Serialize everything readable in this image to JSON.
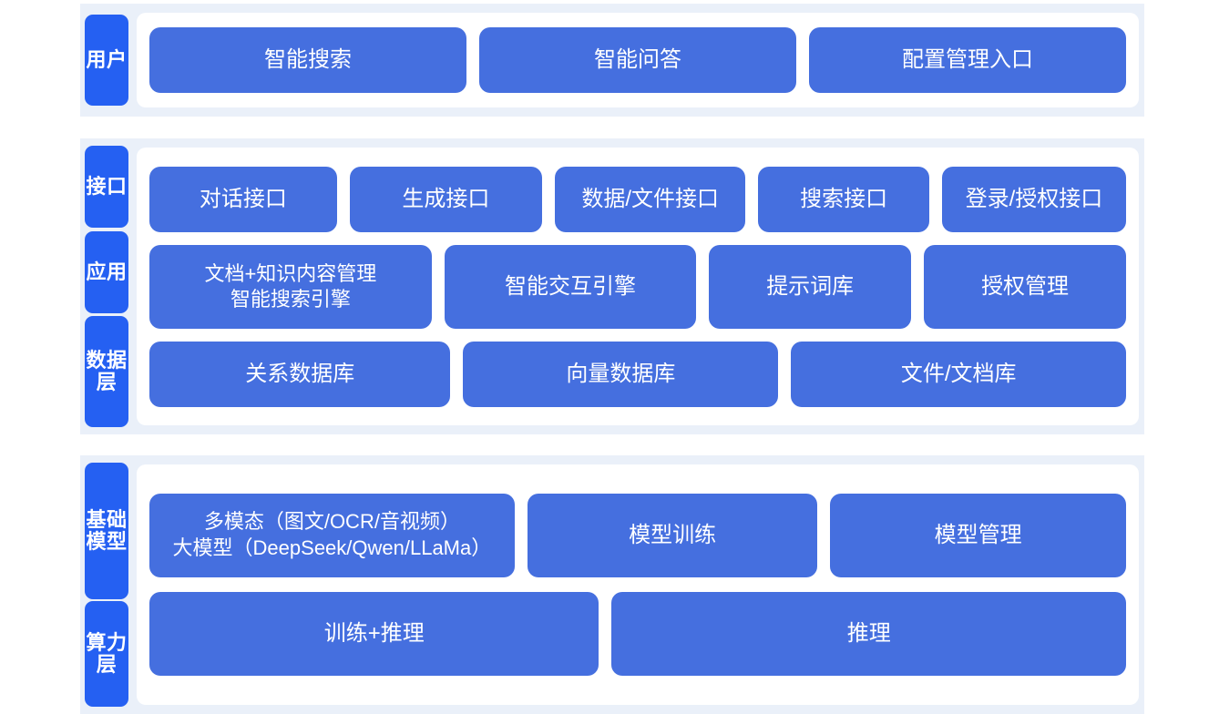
{
  "colors": {
    "page_background": "#ffffff",
    "section_background": "#eaf0f9",
    "card_background": "#ffffff",
    "tag_blue": "#2560f2",
    "box_blue": "#456fdf",
    "text_white": "#ffffff"
  },
  "sections": [
    {
      "id": "user",
      "tags": [
        "用户"
      ],
      "rows": [
        {
          "id": "user-row",
          "boxes": [
            "智能搜索",
            "智能问答",
            "配置管理入口"
          ]
        }
      ]
    },
    {
      "id": "middle",
      "tags": [
        "接口",
        "应用",
        "数据层"
      ],
      "rows": [
        {
          "id": "api-row",
          "boxes": [
            "对话接口",
            "生成接口",
            "数据/文件接口",
            "搜索接口",
            "登录/授权接口"
          ]
        },
        {
          "id": "app-row",
          "boxes": [
            "文档+知识内容管理\n智能搜索引擎",
            "智能交互引擎",
            "提示词库",
            "授权管理"
          ]
        },
        {
          "id": "data-row",
          "boxes": [
            "关系数据库",
            "向量数据库",
            "文件/文档库"
          ]
        }
      ]
    },
    {
      "id": "base",
      "tags": [
        "基础模型",
        "算力层"
      ],
      "rows": [
        {
          "id": "model-row",
          "boxes": [
            "多模态（图文/OCR/音视频）\n大模型（DeepSeek/Qwen/LLaMa）",
            "模型训练",
            "模型管理"
          ]
        },
        {
          "id": "power-row",
          "boxes": [
            "训练+推理",
            "推理"
          ]
        }
      ]
    }
  ],
  "tag_labels": {
    "user": "用户",
    "api": "接口",
    "app": "应用",
    "data": "数据层",
    "base_model": "基础模型",
    "compute": "算力层"
  },
  "box_labels": {
    "smart_search": "智能搜索",
    "smart_qa": "智能问答",
    "config_entry": "配置管理入口",
    "dialog_api": "对话接口",
    "generate_api": "生成接口",
    "data_file_api": "数据/文件接口",
    "search_api": "搜索接口",
    "login_auth_api": "登录/授权接口",
    "doc_knowledge_mgmt": "文档+知识内容管理\n智能搜索引擎",
    "interaction_engine": "智能交互引擎",
    "prompt_library": "提示词库",
    "auth_management": "授权管理",
    "relational_db": "关系数据库",
    "vector_db": "向量数据库",
    "file_doc_db": "文件/文档库",
    "multimodal_llm": "多模态（图文/OCR/音视频）\n大模型（DeepSeek/Qwen/LLaMa）",
    "model_training": "模型训练",
    "model_management": "模型管理",
    "train_plus_infer": "训练+推理",
    "inference": "推理"
  }
}
